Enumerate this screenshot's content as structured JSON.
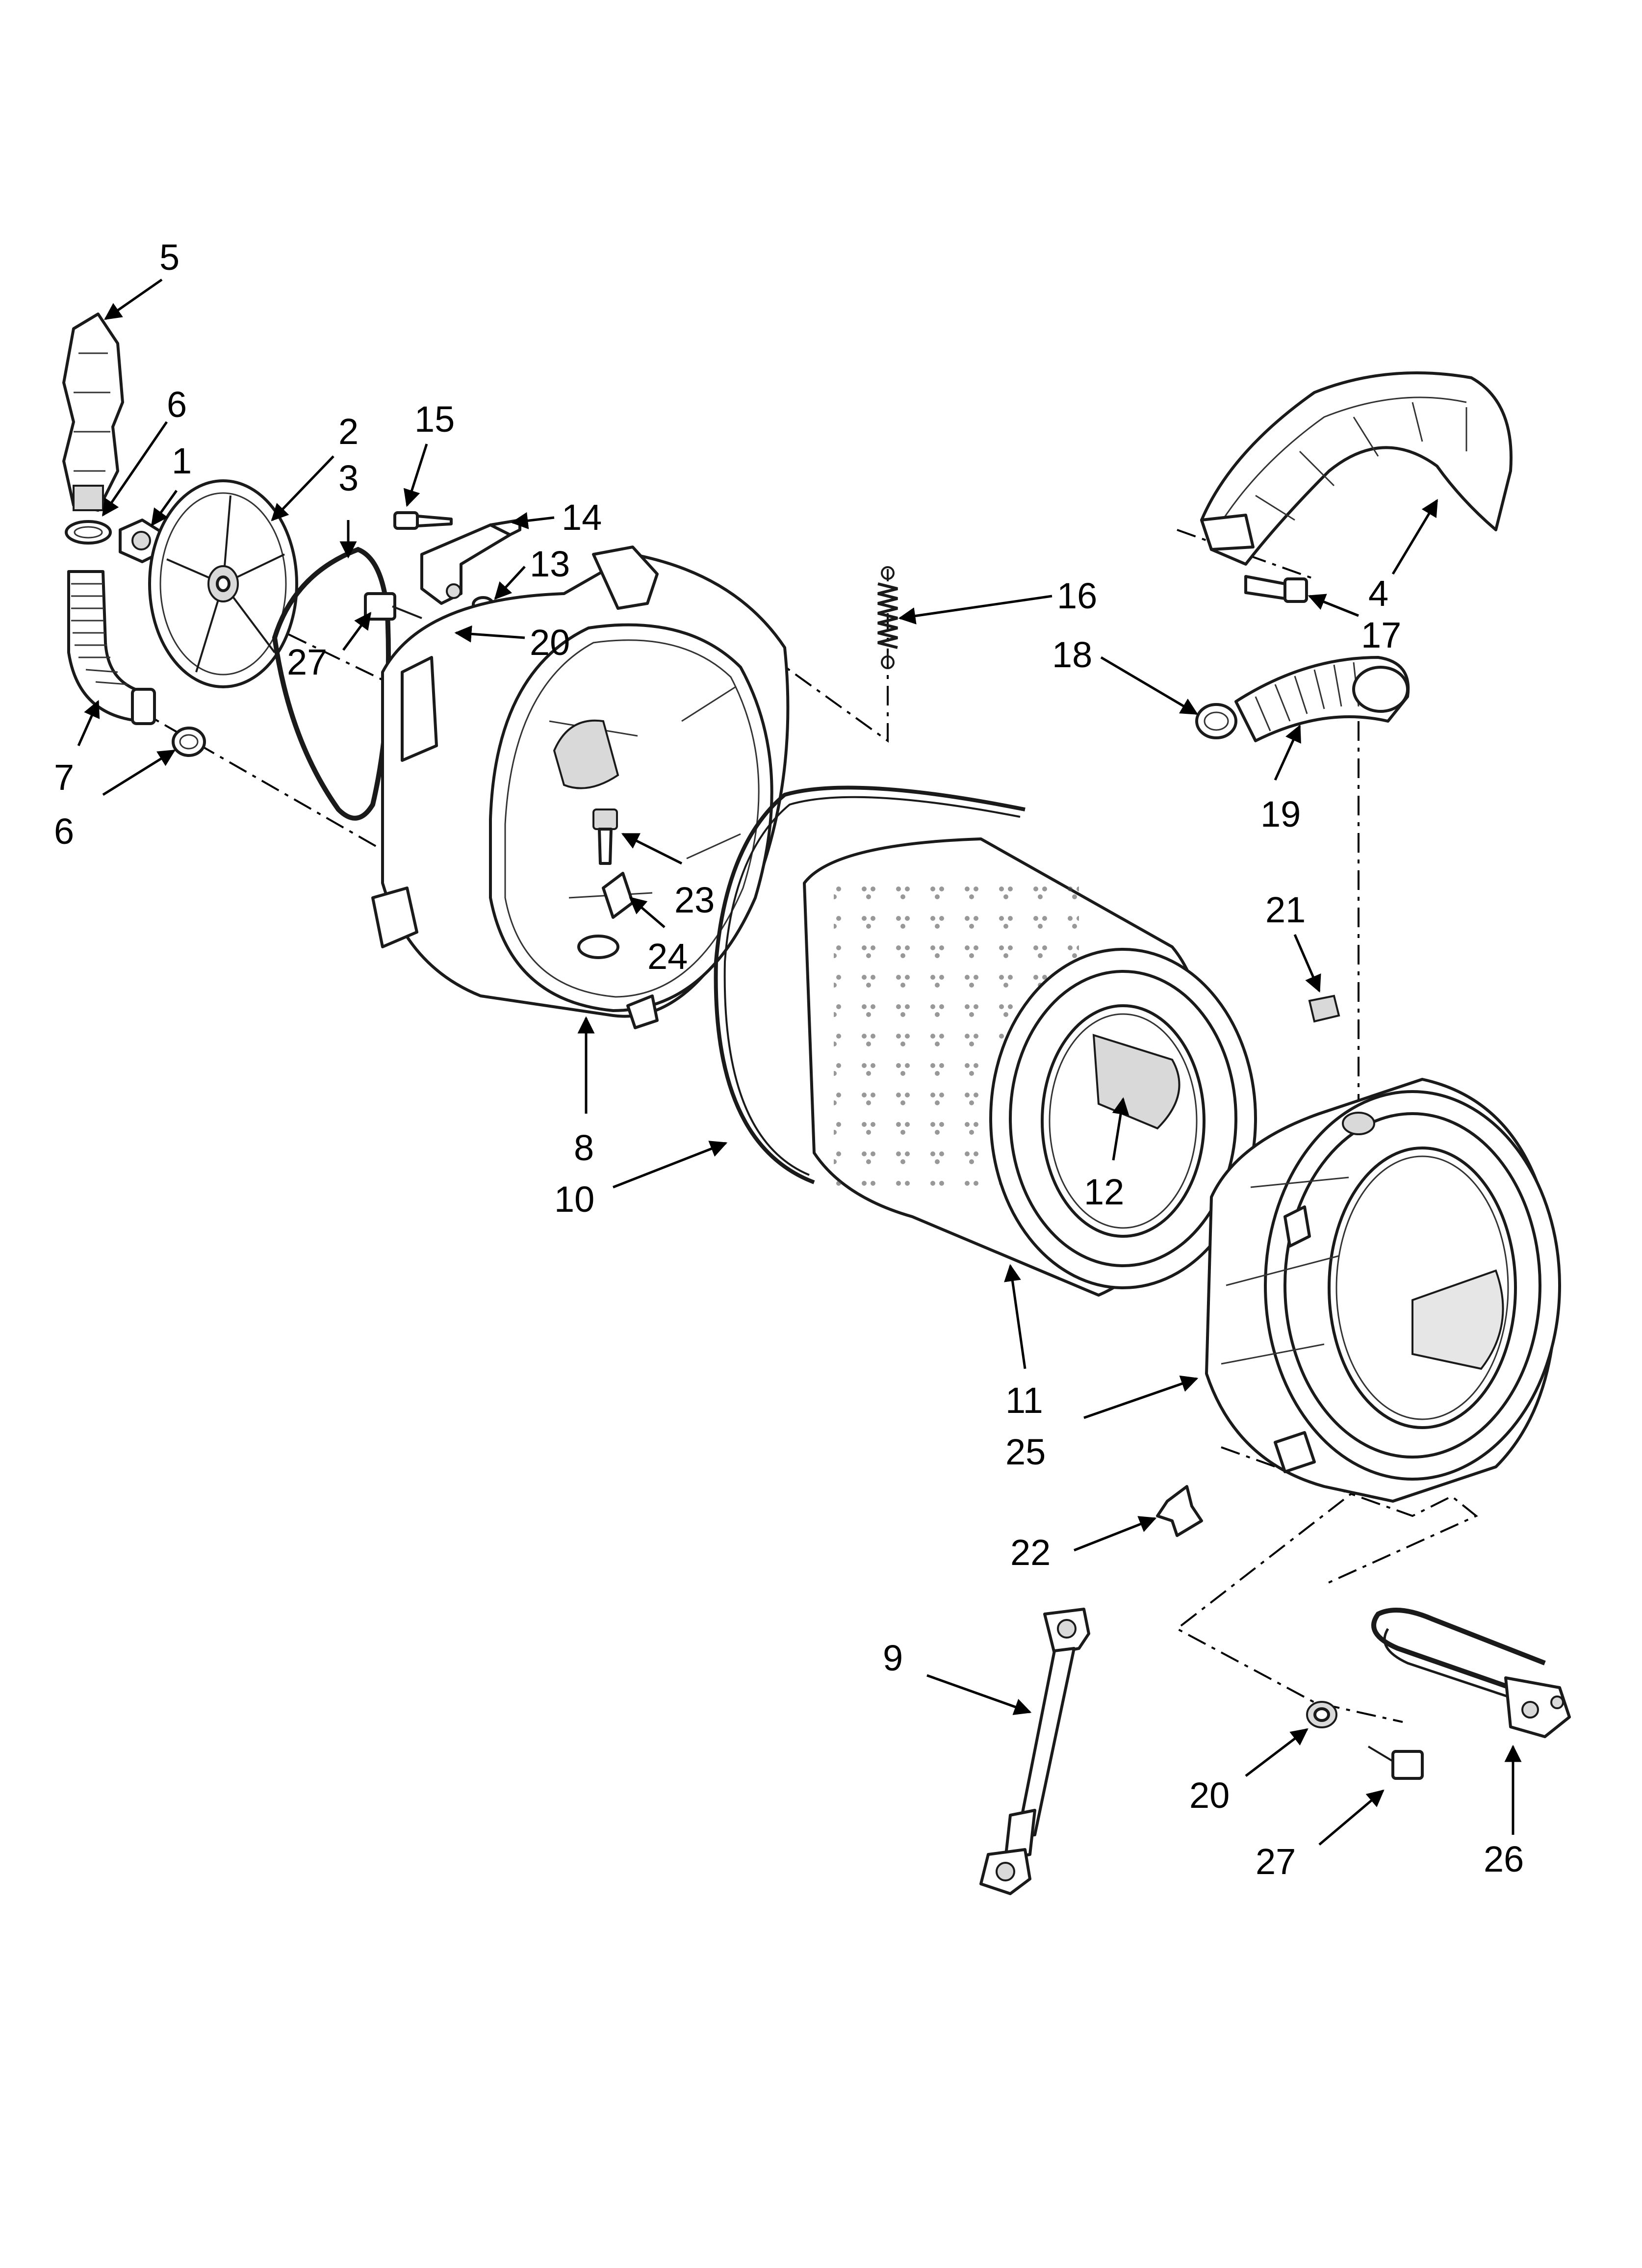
{
  "diagram": {
    "callouts": [
      "5",
      "6",
      "1",
      "2",
      "3",
      "15",
      "14",
      "13",
      "20",
      "27",
      "7",
      "6",
      "16",
      "4",
      "17",
      "18",
      "19",
      "23",
      "24",
      "8",
      "10",
      "21",
      "12",
      "11",
      "25",
      "22",
      "9",
      "20",
      "27",
      "26"
    ]
  }
}
